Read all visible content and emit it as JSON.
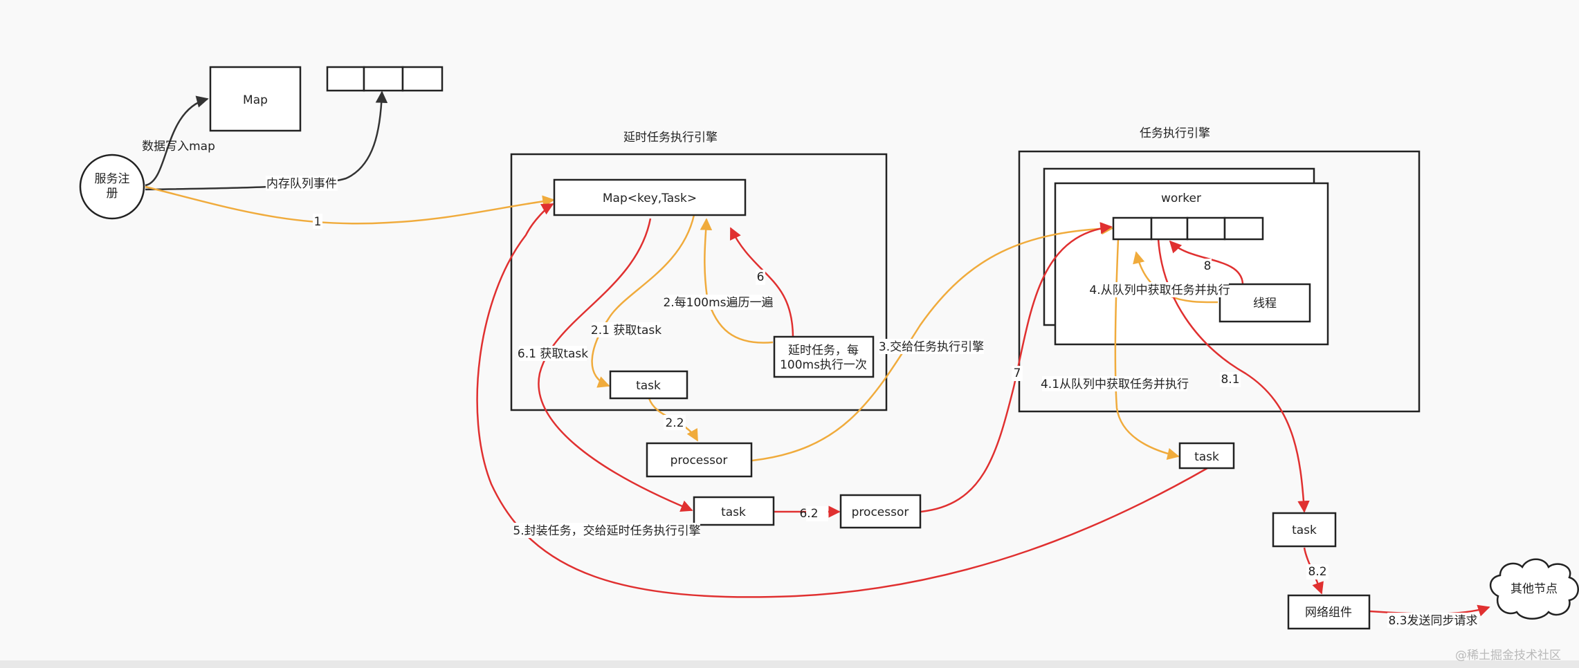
{
  "nodes": {
    "service_register": "服务注\n册",
    "map_top": "Map",
    "map_key_task": "Map<key,Task>",
    "task_left": "task",
    "delayed_task_box": "延时任务，每\n100ms执行一次",
    "processor_1": "processor",
    "task_mid": "task",
    "processor_2": "processor",
    "worker": "worker",
    "thread": "线程",
    "task_right": "task",
    "task_far_right": "task",
    "network_component": "网络组件",
    "other_nodes": "其他节点"
  },
  "groups": {
    "delay_engine_title": "延时任务执行引擎",
    "task_engine_title": "任务执行引擎"
  },
  "edge_labels": {
    "write_map": "数据写入map",
    "memory_queue": "内存队列事件",
    "e1": "1",
    "e2": "2.每100ms遍历一遍",
    "e2_1": "2.1 获取task",
    "e2_2": "2.2",
    "e3": "3.交给任务执行引擎",
    "e4": "4.从队列中获取任务并执行",
    "e4_1": "4.1从队列中获取任务并执行",
    "e5": "5.封装任务，交给延时任务执行引擎",
    "e6": "6",
    "e6_1": "6.1 获取task",
    "e6_2": "6.2",
    "e7": "7",
    "e8": "8",
    "e8_1": "8.1",
    "e8_2": "8.2",
    "e8_3": "8.3发送同步请求"
  },
  "watermark": "@稀土掘金技术社区",
  "colors": {
    "orange": "#f0ab3c",
    "red": "#e03030",
    "black": "#333333"
  }
}
